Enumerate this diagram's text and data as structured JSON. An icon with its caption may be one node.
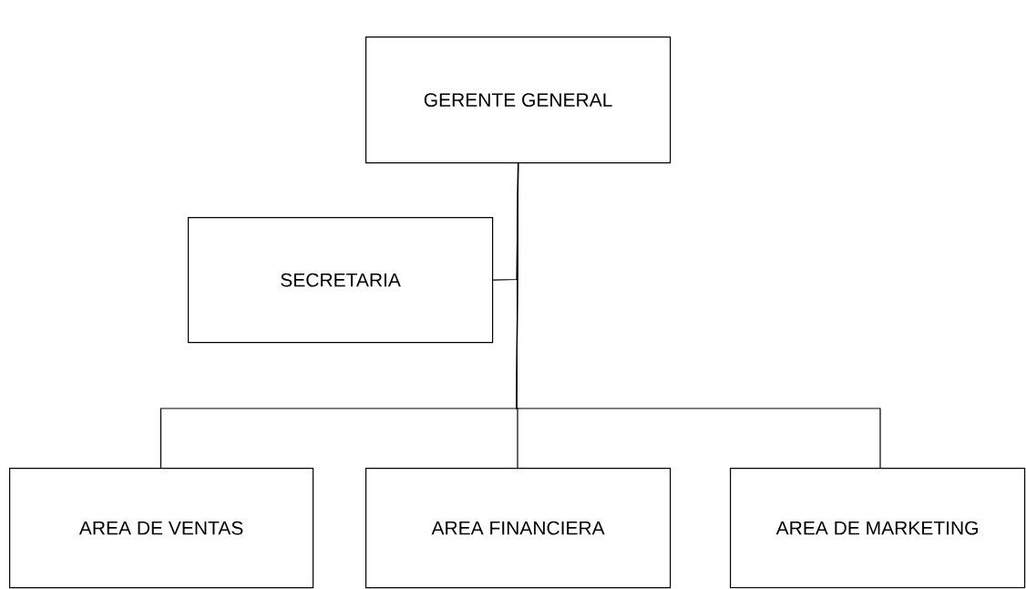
{
  "diagram": {
    "nodes": [
      {
        "text": [
          "GERENTE GENERAL"
        ]
      },
      {
        "text": [
          "SECRETARIA"
        ]
      },
      {
        "text": [
          "AREA DE VENTAS"
        ]
      },
      {
        "text": [
          "AREA FINANCIERA"
        ]
      },
      {
        "text": [
          "AREA DE MARKETING"
        ]
      }
    ],
    "edges": [
      {
        "from": 0,
        "to": 1,
        "arrow": "none"
      },
      {
        "from": 0,
        "to": 2,
        "arrow": "none"
      },
      {
        "from": 0,
        "to": 3,
        "arrow": "none"
      },
      {
        "from": 0,
        "to": 4,
        "arrow": "none"
      }
    ]
  }
}
